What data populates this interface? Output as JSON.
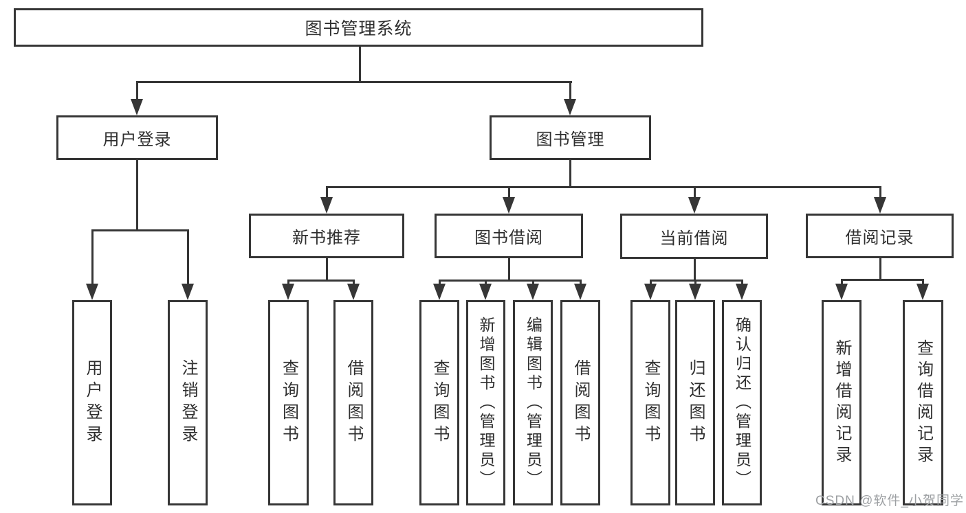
{
  "diagram": {
    "title": "图书管理系统",
    "root": {
      "label": "图书管理系统"
    },
    "level1": [
      {
        "label": "用户登录"
      },
      {
        "label": "图书管理"
      }
    ],
    "level2": [
      {
        "label": "新书推荐",
        "parent": "图书管理"
      },
      {
        "label": "图书借阅",
        "parent": "图书管理"
      },
      {
        "label": "当前借阅",
        "parent": "图书管理"
      },
      {
        "label": "借阅记录",
        "parent": "图书管理"
      }
    ],
    "leaves": [
      {
        "label": "用户登录",
        "parent": "用户登录"
      },
      {
        "label": "注销登录",
        "parent": "用户登录"
      },
      {
        "label": "查询图书",
        "parent": "新书推荐"
      },
      {
        "label": "借阅图书",
        "parent": "新书推荐"
      },
      {
        "label": "查询图书",
        "parent": "图书借阅"
      },
      {
        "label": "新增图书（管理员）",
        "parent": "图书借阅"
      },
      {
        "label": "编辑图书（管理员）",
        "parent": "图书借阅"
      },
      {
        "label": "借阅图书",
        "parent": "图书借阅"
      },
      {
        "label": "查询图书",
        "parent": "当前借阅"
      },
      {
        "label": "归还图书",
        "parent": "当前借阅"
      },
      {
        "label": "确认归还（管理员）",
        "parent": "当前借阅"
      },
      {
        "label": "新增借阅记录",
        "parent": "借阅记录"
      },
      {
        "label": "查询借阅记录",
        "parent": "借阅记录"
      }
    ]
  },
  "watermark": {
    "text": "CSDN @软件_小贺同学"
  },
  "colors": {
    "line": "#363636",
    "text": "#2f2f2f",
    "background": "#ffffff",
    "watermark": "#9da0a3"
  }
}
